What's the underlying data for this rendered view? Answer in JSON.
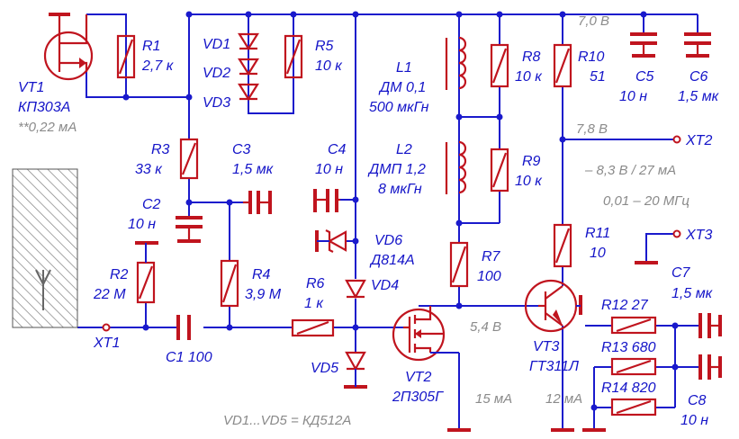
{
  "components": {
    "vt1": {
      "ref": "VT1",
      "type": "КП303А",
      "current": "**0,22 мА"
    },
    "r1": {
      "ref": "R1",
      "value": "2,7 к"
    },
    "vd1": "VD1",
    "vd2": "VD2",
    "vd3": "VD3",
    "r5": {
      "ref": "R5",
      "value": "10 к"
    },
    "l1": {
      "ref": "L1",
      "type": "ДМ 0,1",
      "value": "500 мкГн"
    },
    "r8": {
      "ref": "R8",
      "value": "10 к"
    },
    "r10": {
      "ref": "R10",
      "value": "51"
    },
    "c5": {
      "ref": "C5",
      "value": "10 н"
    },
    "c6": {
      "ref": "C6",
      "value": "1,5 мк"
    },
    "r3": {
      "ref": "R3",
      "value": "33 к"
    },
    "c3": {
      "ref": "C3",
      "value": "1,5 мк"
    },
    "c4": {
      "ref": "C4",
      "value": "10 н"
    },
    "l2": {
      "ref": "L2",
      "type": "ДМП 1,2",
      "value": "8 мкГн"
    },
    "r9": {
      "ref": "R9",
      "value": "10 к"
    },
    "c2": {
      "ref": "C2",
      "value": "10 н"
    },
    "vd6": {
      "ref": "VD6",
      "type": "Д814А"
    },
    "r2": {
      "ref": "R2",
      "value": "22 М"
    },
    "r4": {
      "ref": "R4",
      "value": "3,9 М"
    },
    "r6": {
      "ref": "R6",
      "value": "1 к"
    },
    "vd4": "VD4",
    "r7": {
      "ref": "R7",
      "value": "100"
    },
    "r11": {
      "ref": "R11",
      "value": "10"
    },
    "c1": "C1 100",
    "vd5": "VD5",
    "vt2": {
      "ref": "VT2",
      "type": "2П305Г"
    },
    "vt3": {
      "ref": "VT3",
      "type": "ГТ311Л"
    },
    "r12": "R12  27",
    "r13": "R13  680",
    "r14": "R14  820",
    "c7": {
      "ref": "C7",
      "value": "1,5 мк"
    },
    "c8": {
      "ref": "C8",
      "value": "10 н"
    }
  },
  "connectors": {
    "xt1": "XT1",
    "xt2": "XT2",
    "xt3": "XT3"
  },
  "annotations": {
    "v_supply": "7,0 В",
    "v_emitter": "7,8 В",
    "v_out": "– 8,3 В / 27 мА",
    "freq": "0,01 – 20 МГц",
    "v_drain": "5,4 В",
    "i_vt2": "15 мА",
    "i_vt3": "12 мА",
    "diodes_note": "VD1...VD5 = КД512А"
  },
  "colors": {
    "wire": "#1a1acc",
    "component": "#c0141e",
    "annotation": "#8a8a8a"
  }
}
